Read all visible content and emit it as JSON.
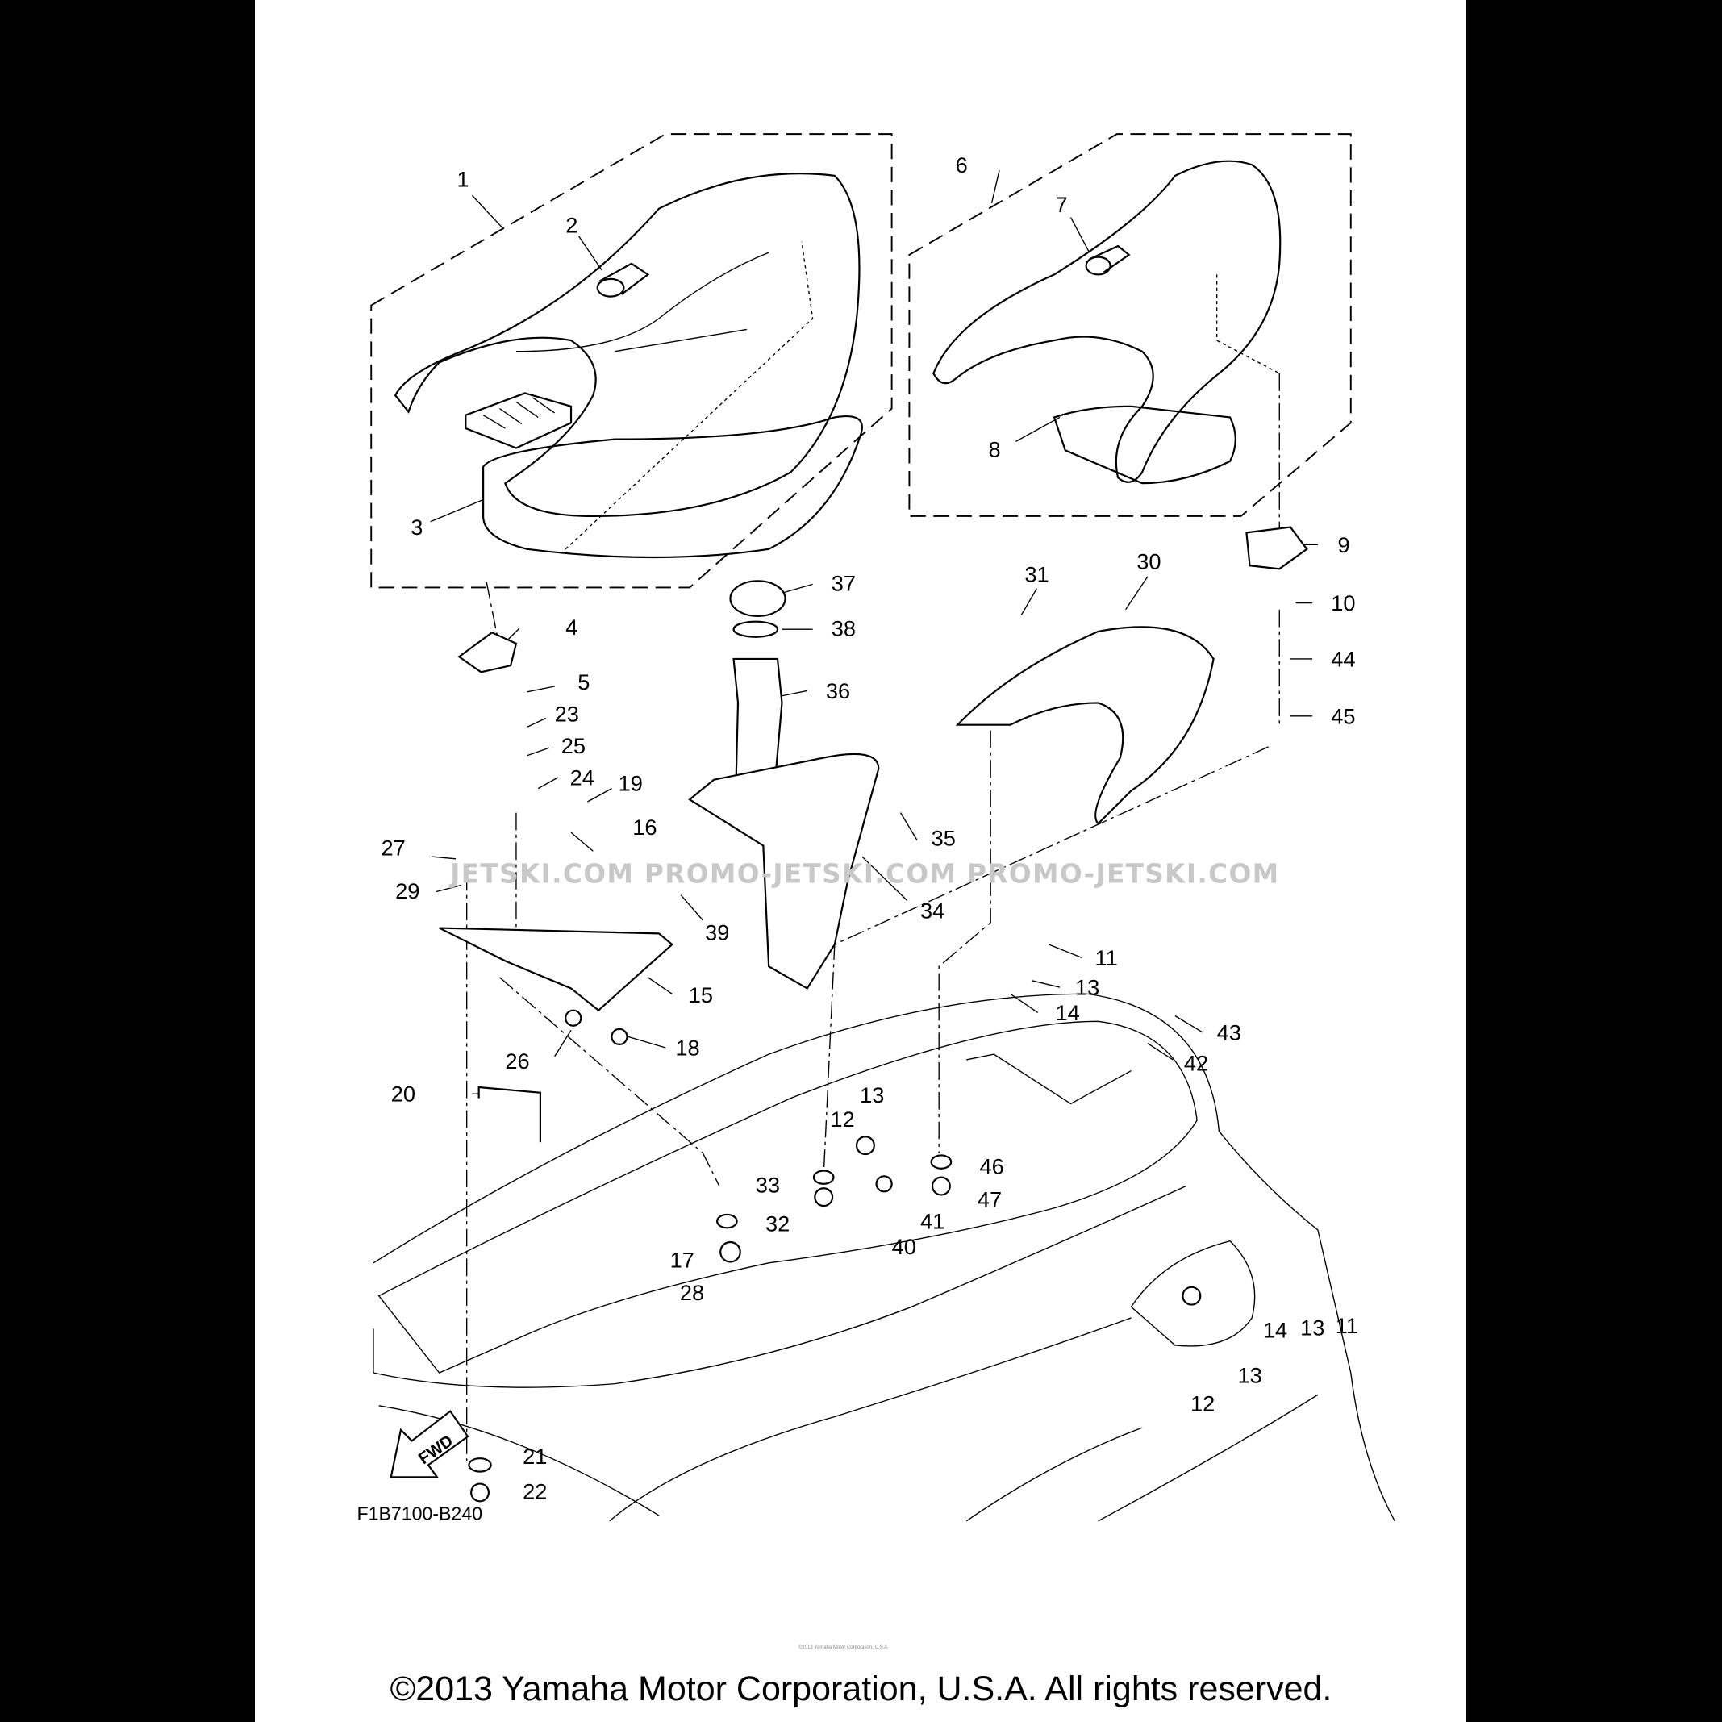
{
  "diagram": {
    "code": "F1B7100-B240",
    "direction_label": "FWD",
    "watermark": "JETSKI.COM    PROMO-JETSKI.COM  PROMO-JETSKI.COM",
    "labels": [
      "1",
      "2",
      "3",
      "4",
      "5",
      "23",
      "25",
      "24",
      "19",
      "16",
      "27",
      "29",
      "15",
      "26",
      "18",
      "20",
      "21",
      "22",
      "6",
      "7",
      "8",
      "9",
      "10",
      "44",
      "45",
      "37",
      "38",
      "36",
      "35",
      "34",
      "39",
      "31",
      "30",
      "11",
      "13",
      "14",
      "43",
      "42",
      "13",
      "12",
      "33",
      "32",
      "17",
      "28",
      "40",
      "41",
      "46",
      "47",
      "14",
      "13",
      "11",
      "13",
      "12"
    ]
  },
  "footer": {
    "copyright": "©2013 Yamaha Motor Corporation, U.S.A. All rights reserved.",
    "tiny_copyright": "©2013 Yamaha Motor Corporation, U.S.A."
  }
}
